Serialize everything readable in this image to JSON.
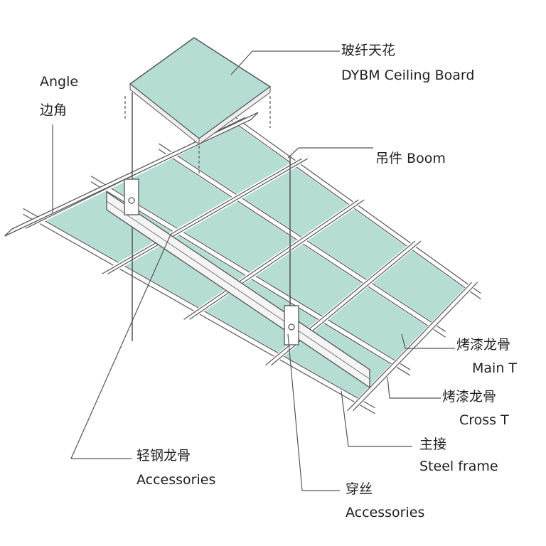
{
  "labels": {
    "ceiling_board": {
      "zh": "玻纤天花",
      "en": "DYBM Ceiling Board"
    },
    "angle": {
      "en": "Angle",
      "zh": "边角"
    },
    "boom": {
      "text": "吊件 Boom"
    },
    "main_t": {
      "zh": "烤漆龙骨",
      "en": "Main T"
    },
    "cross_t": {
      "zh": "烤漆龙骨",
      "en": "Cross T"
    },
    "steel_frame": {
      "zh": "主接",
      "en": "Steel frame"
    },
    "accessories_left": {
      "zh": "轻钢龙骨",
      "en": "Accessories"
    },
    "accessories_bottom": {
      "zh": "穿丝",
      "en": "Accessories"
    }
  },
  "colors": {
    "board": "#b5ddd3",
    "line": "#555555",
    "text": "#231f20",
    "frame": "#ffffff"
  }
}
